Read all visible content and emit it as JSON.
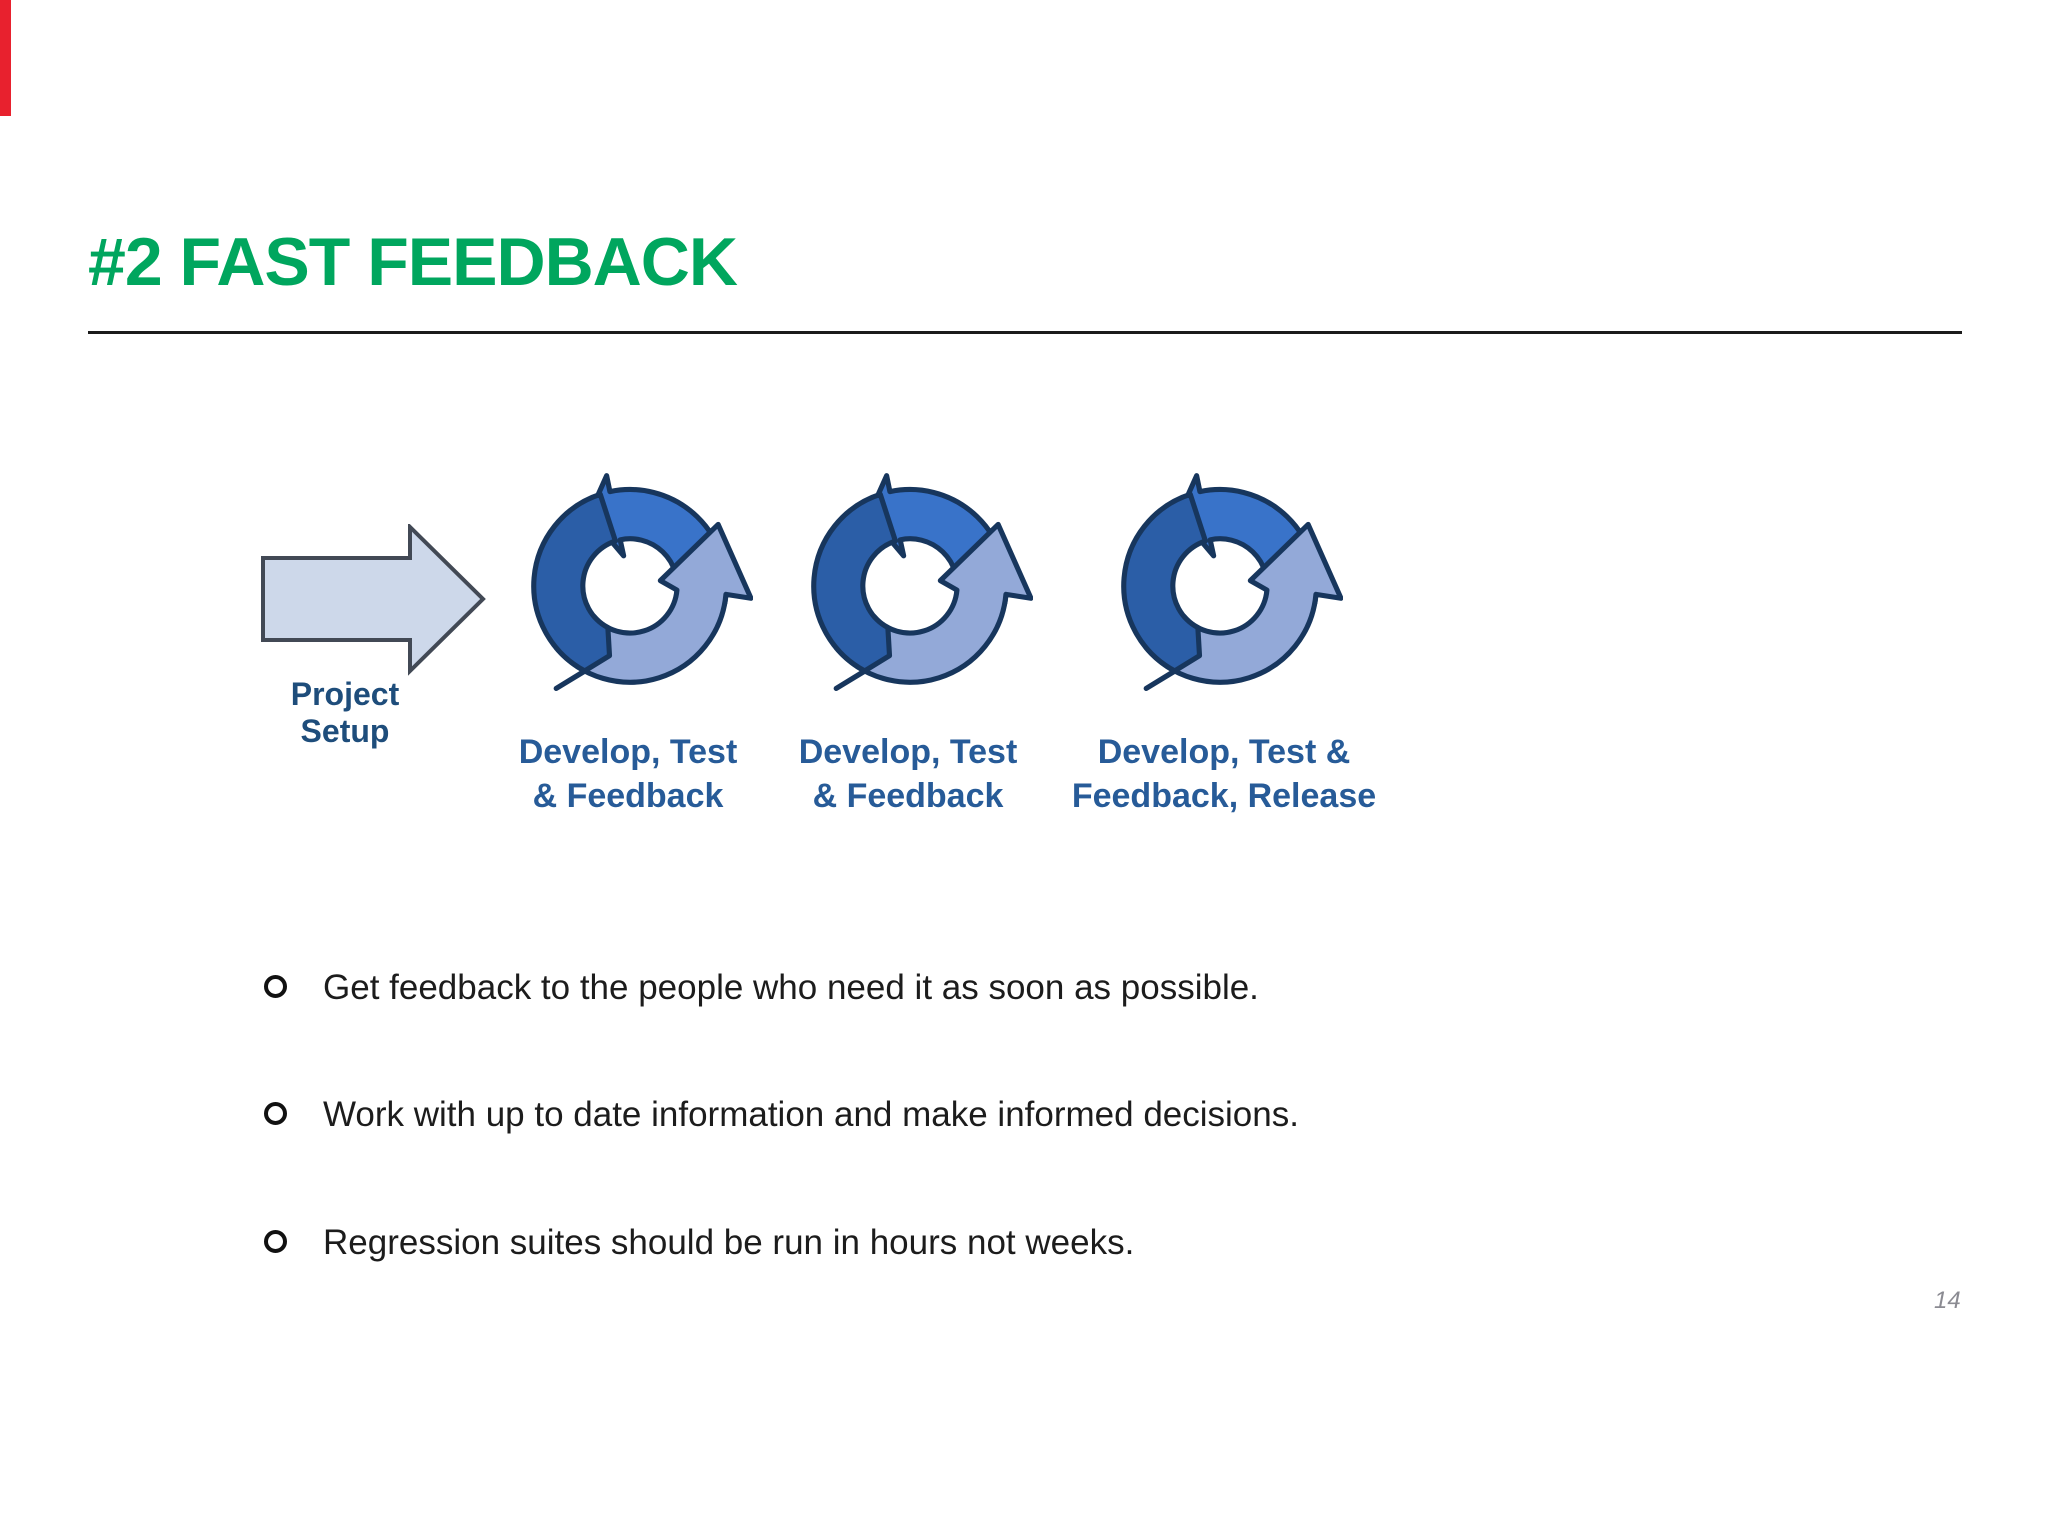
{
  "slide": {
    "title": "#2 FAST FEEDBACK",
    "page_number": "14"
  },
  "diagram": {
    "arrow_label_line1": "Project",
    "arrow_label_line2": "Setup",
    "cycles": [
      {
        "line1": "Develop, Test",
        "line2": "& Feedback"
      },
      {
        "line1": "Develop, Test",
        "line2": "& Feedback"
      },
      {
        "line1": "Develop, Test &",
        "line2": "Feedback, Release"
      }
    ]
  },
  "bullets": [
    "Get feedback to the people who need it as soon as possible.",
    "Work with up to date information and make informed decisions.",
    "Regression suites should be run in hours not weeks."
  ],
  "colors": {
    "accent_red": "#e8212e",
    "title_green": "#00a65e",
    "divider_black": "#1b1b1b",
    "arrow_fill_light": "#cdd8ea",
    "arrow_outline": "#424955",
    "project_setup_blue": "#1e4d7b",
    "cycle_medium_blue": "#3973c9",
    "cycle_dark_blue": "#2b5ea7",
    "cycle_light_blue": "#93a9d8",
    "cycle_outline_navy": "#17365d",
    "label_blue": "#275b98",
    "bullet_text_black": "#1c1c1c",
    "page_number_gray": "#8b8b92"
  }
}
